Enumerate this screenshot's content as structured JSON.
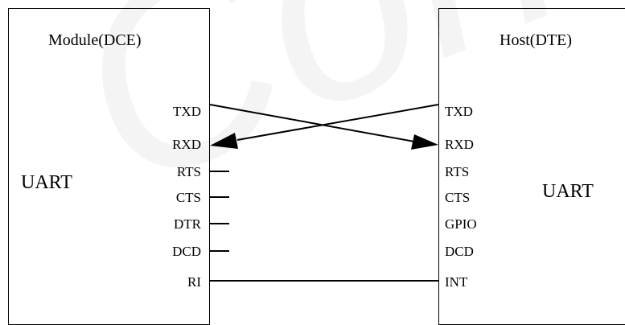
{
  "watermark": "Confidential",
  "left": {
    "title": "Module(DCE)",
    "uart": "UART",
    "pins": [
      "TXD",
      "RXD",
      "RTS",
      "CTS",
      "DTR",
      "DCD",
      "RI"
    ]
  },
  "right": {
    "title": "Host(DTE)",
    "uart": "UART",
    "pins": [
      "TXD",
      "RXD",
      "RTS",
      "CTS",
      "GPIO",
      "DCD",
      "INT"
    ]
  },
  "connections": [
    {
      "from": "Module TXD",
      "to": "Host RXD",
      "arrow": "Host RXD"
    },
    {
      "from": "Host TXD",
      "to": "Module RXD",
      "arrow": "Module RXD"
    },
    {
      "from": "Module RI",
      "to": "Host INT",
      "arrow": "none"
    }
  ]
}
